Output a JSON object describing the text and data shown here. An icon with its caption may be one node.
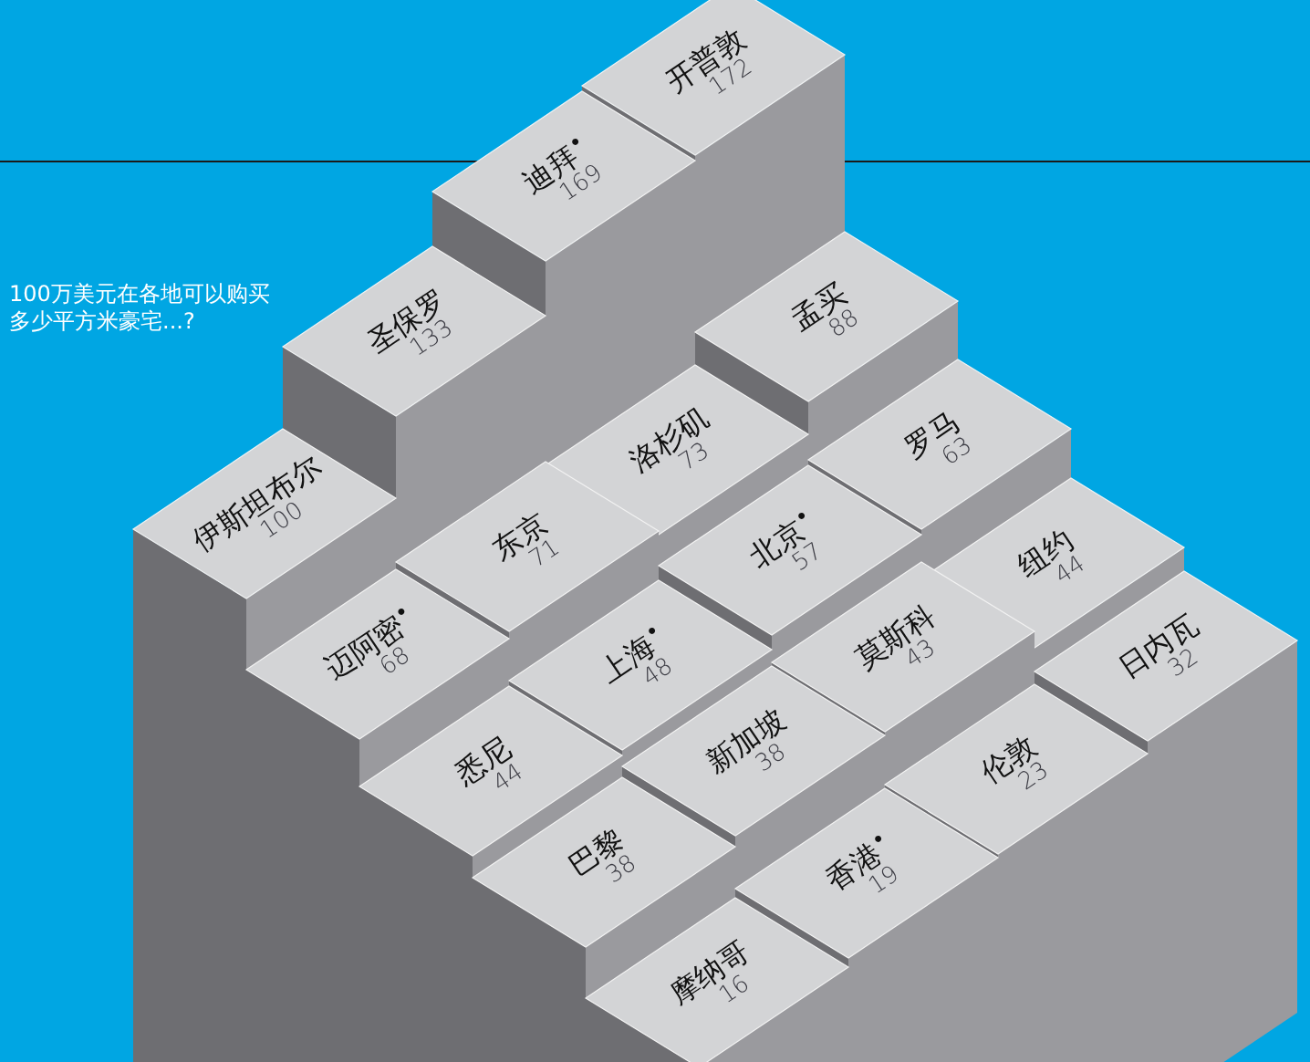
{
  "diagram": {
    "title": "100万美元在各地可以购买多少平方米豪宅...?",
    "nodes": [
      {
        "text": [
          "开普敦",
          "172"
        ]
      },
      {
        "text": [
          "迪拜$^{•}$",
          "169"
        ]
      },
      {
        "text": [
          "圣保罗",
          "133"
        ]
      },
      {
        "text": [
          "孟买",
          "88"
        ]
      },
      {
        "text": [
          "伊斯坦布尔",
          "100"
        ]
      },
      {
        "text": [
          "洛杉矶",
          "73"
        ]
      },
      {
        "text": [
          "罗马",
          "63"
        ]
      },
      {
        "text": [
          "东京",
          "71"
        ]
      },
      {
        "text": [
          "北京$^{•}$",
          "57"
        ]
      },
      {
        "text": [
          "迈阿密$^{•}$",
          "68"
        ]
      },
      {
        "text": [
          "纽约",
          "44"
        ]
      },
      {
        "text": [
          "上海$^{•}$",
          "48"
        ]
      },
      {
        "text": [
          "莫斯科",
          "43"
        ]
      },
      {
        "text": [
          "日内瓦",
          "32"
        ]
      },
      {
        "text": [
          "悉尼",
          "44"
        ]
      },
      {
        "text": [
          "新加坡",
          "38"
        ]
      },
      {
        "text": [
          "伦敦",
          "23"
        ]
      },
      {
        "text": [
          "巴黎",
          "38"
        ]
      },
      {
        "text": [
          "香港$^{•}$",
          "19"
        ]
      },
      {
        "text": [
          "摩纳哥",
          "16"
        ]
      }
    ]
  }
}
